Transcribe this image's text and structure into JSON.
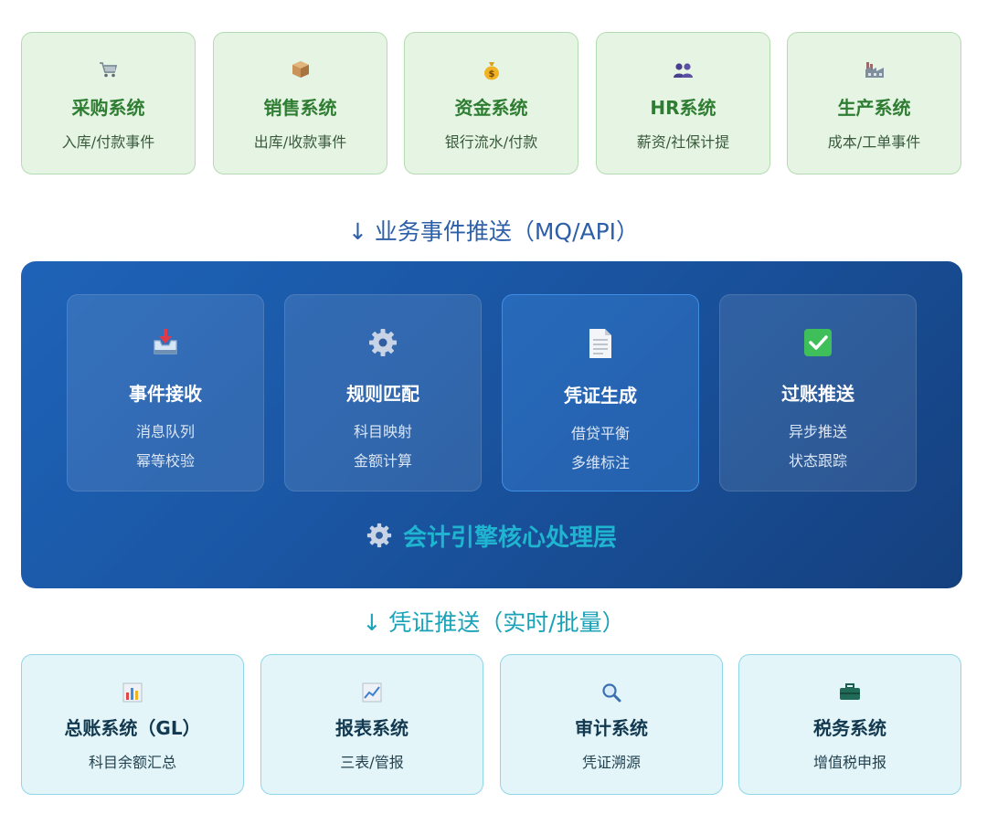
{
  "sources": [
    {
      "title": "采购系统",
      "subtitle": "入库/付款事件",
      "icon": "shopping-cart-icon"
    },
    {
      "title": "销售系统",
      "subtitle": "出库/收款事件",
      "icon": "package-icon"
    },
    {
      "title": "资金系统",
      "subtitle": "银行流水/付款",
      "icon": "money-bag-icon"
    },
    {
      "title": "HR系统",
      "subtitle": "薪资/社保计提",
      "icon": "people-icon"
    },
    {
      "title": "生产系统",
      "subtitle": "成本/工单事件",
      "icon": "factory-icon"
    }
  ],
  "flow_top": "↓ 业务事件推送（MQ/API）",
  "engine": {
    "label": "会计引擎核心处理层",
    "label_icon": "gear-icon",
    "steps": [
      {
        "title": "事件接收",
        "lines": [
          "消息队列",
          "幂等校验"
        ],
        "icon": "inbox-tray-icon"
      },
      {
        "title": "规则匹配",
        "lines": [
          "科目映射",
          "金额计算"
        ],
        "icon": "gear-icon"
      },
      {
        "title": "凭证生成",
        "lines": [
          "借贷平衡",
          "多维标注"
        ],
        "icon": "document-icon",
        "highlighted": true
      },
      {
        "title": "过账推送",
        "lines": [
          "异步推送",
          "状态跟踪"
        ],
        "icon": "check-mark-icon"
      }
    ]
  },
  "flow_bottom": "↓ 凭证推送（实时/批量）",
  "targets": [
    {
      "title": "总账系统（GL）",
      "subtitle": "科目余额汇总",
      "icon": "bar-chart-icon"
    },
    {
      "title": "报表系统",
      "subtitle": "三表/管报",
      "icon": "line-chart-icon"
    },
    {
      "title": "审计系统",
      "subtitle": "凭证溯源",
      "icon": "magnifier-icon"
    },
    {
      "title": "税务系统",
      "subtitle": "增值税申报",
      "icon": "briefcase-icon"
    }
  ],
  "colors": {
    "source_bg": "#e6f4e4",
    "source_title": "#2e7d32",
    "flow_top": "#2d5fa8",
    "engine_bg": "#1a55a2",
    "engine_label": "#1fb4cf",
    "flow_bottom": "#1aa3b8",
    "target_bg": "#e3f5f9"
  }
}
